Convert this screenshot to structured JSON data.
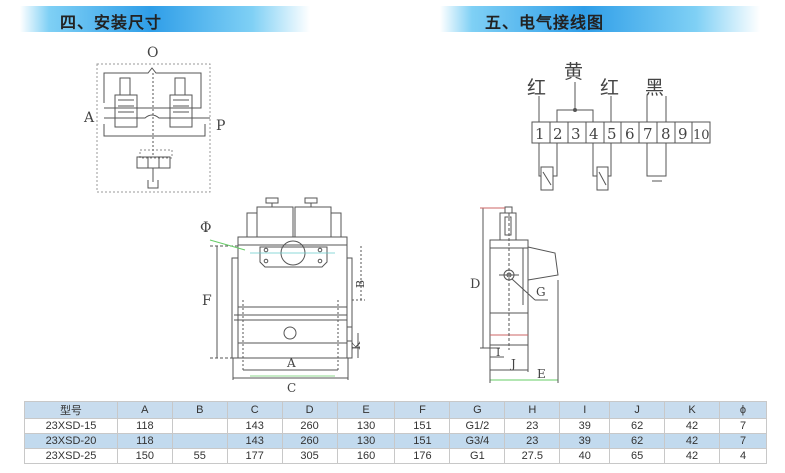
{
  "headers": {
    "install": "四、安装尺寸",
    "wiring": "五、电气接线图"
  },
  "hydraulic_labels": {
    "o": "O",
    "a": "A",
    "p": "P"
  },
  "wiring": {
    "wire_labels": [
      "红",
      "黄",
      "红",
      "黑"
    ],
    "terminals": [
      "1",
      "2",
      "3",
      "4",
      "5",
      "6",
      "7",
      "8",
      "9",
      "10"
    ]
  },
  "front_view_labels": {
    "phi": "Φ",
    "f": "F",
    "b": "B",
    "k": "K",
    "a": "A",
    "c": "C"
  },
  "side_view_labels": {
    "d": "D",
    "g": "G",
    "i": "I",
    "j": "J",
    "e": "E"
  },
  "table": {
    "columns": [
      "型号",
      "A",
      "B",
      "C",
      "D",
      "E",
      "F",
      "G",
      "H",
      "I",
      "J",
      "K",
      "ϕ"
    ],
    "rows": [
      [
        "23XSD-15",
        "118",
        "",
        "143",
        "260",
        "130",
        "151",
        "G1/2",
        "23",
        "39",
        "62",
        "42",
        "7"
      ],
      [
        "23XSD-20",
        "118",
        "",
        "143",
        "260",
        "130",
        "151",
        "G3/4",
        "23",
        "39",
        "62",
        "42",
        "7"
      ],
      [
        "23XSD-25",
        "150",
        "55",
        "177",
        "305",
        "160",
        "176",
        "G1",
        "27.5",
        "40",
        "65",
        "42",
        "4"
      ]
    ]
  }
}
